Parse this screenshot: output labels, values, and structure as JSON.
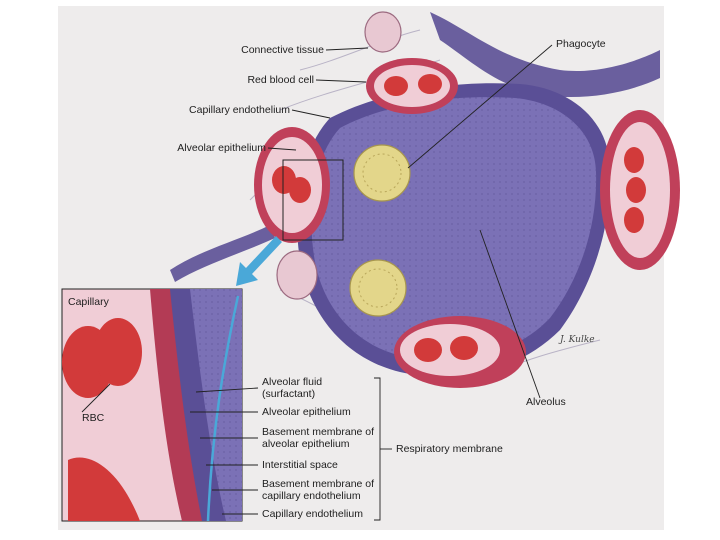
{
  "labels": {
    "connective_tissue": "Connective tissue",
    "red_blood_cell": "Red blood cell",
    "capillary_endothelium_top": "Capillary endothelium",
    "alveolar_epithelium_top": "Alveolar epithelium",
    "phagocyte": "Phagocyte",
    "alveolus": "Alveolus",
    "capillary": "Capillary",
    "rbc": "RBC",
    "alveolar_fluid_line1": "Alveolar fluid",
    "alveolar_fluid_line2": "(surfactant)",
    "alveolar_epithelium_inset": "Alveolar epithelium",
    "basement_alveolar_line1": "Basement membrane of",
    "basement_alveolar_line2": "alveolar epithelium",
    "interstitial_space": "Interstitial space",
    "basement_capillary_line1": "Basement membrane of",
    "basement_capillary_line2": "capillary endothelium",
    "capillary_endothelium_inset": "Capillary endothelium",
    "respiratory_membrane": "Respiratory membrane",
    "signature": "J. Kulke"
  },
  "colors": {
    "alveolus": "#7b71b6",
    "alveolus_dark": "#5a4f96",
    "rbc": "#d23a3a",
    "capillary_wall": "#c0405a",
    "capillary_lumen": "#f0cdd6",
    "phagocyte": "#e3d68a",
    "fluid_line": "#4aa8d8"
  }
}
